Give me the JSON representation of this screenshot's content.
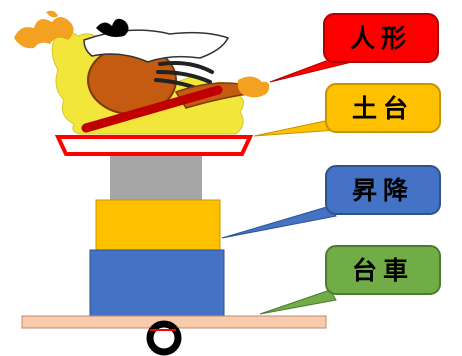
{
  "labels": {
    "doll": "人形",
    "base": "土台",
    "lift": "昇降",
    "cart": "台車"
  },
  "colors": {
    "doll_label_bg": "#ff0000",
    "doll_label_text": "#000000",
    "base_label_bg": "#ffc000",
    "base_label_text": "#000000",
    "lift_label_bg": "#4472c4",
    "lift_label_text": "#000000",
    "cart_label_bg": "#70ad47",
    "cart_label_text": "#000000",
    "platform_fill": "#ffffff",
    "platform_stroke": "#ff0000",
    "lift_column": "#a6a6a6",
    "lift_block": "#ffc000",
    "cart_body": "#4472c4",
    "cart_deck": "#f8cbad",
    "wheel": "#000000",
    "doll_fur": "#f2e63a",
    "doll_skin": "#c55a11",
    "doll_headband": "#ffffff",
    "doll_sash": "#c00000",
    "doll_hair": "#000000"
  }
}
